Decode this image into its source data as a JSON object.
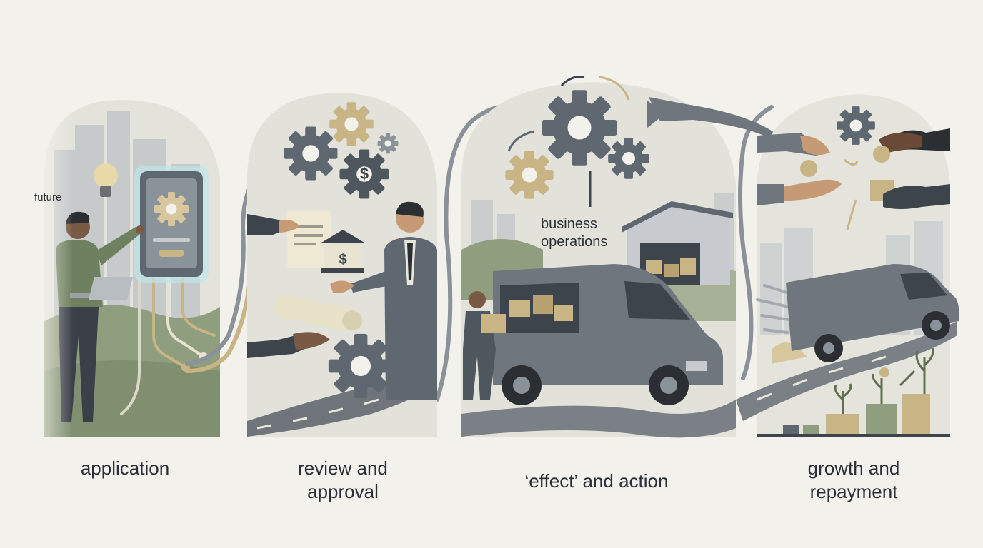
{
  "stages": [
    {
      "id": "application",
      "caption": [
        "application"
      ],
      "inner_label": "future"
    },
    {
      "id": "review",
      "caption": [
        "review and",
        "approval"
      ]
    },
    {
      "id": "effect",
      "caption": [
        "‘effect’ and action"
      ],
      "inner_label": [
        "business",
        "operations"
      ]
    },
    {
      "id": "growth",
      "caption": [
        "growth and",
        "repayment"
      ]
    }
  ],
  "colors": {
    "background": "#f3f1eb",
    "panel": "#e4e3dc",
    "slate": "#5f6770",
    "road": "#7b8086",
    "sage": "#8f9e7e",
    "tan": "#c9b485",
    "dark": "#3e444c",
    "glow": "#bfe6e8"
  },
  "icons": [
    "gear-icon",
    "lightbulb-icon",
    "laptop-icon",
    "tablet-icon",
    "document-icon",
    "bank-icon",
    "dollar-gear-icon",
    "scroll-icon",
    "van-icon",
    "warehouse-icon",
    "box-icon",
    "coin-icon",
    "plant-icon",
    "arrow-icon"
  ]
}
